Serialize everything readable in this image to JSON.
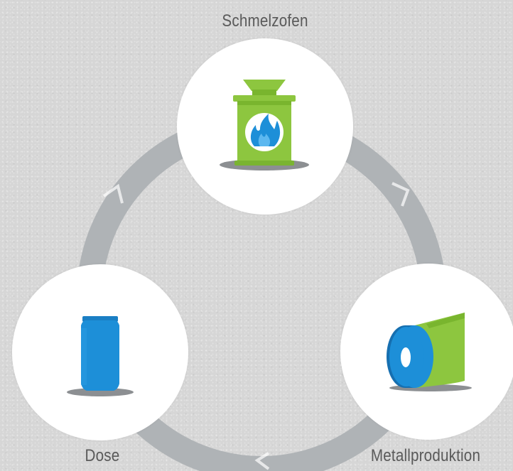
{
  "diagram": {
    "nodes": [
      {
        "id": "furnace",
        "label": "Schmelzofen",
        "icon": "furnace-icon"
      },
      {
        "id": "production",
        "label": "Metallproduktion",
        "icon": "metal-roll-icon"
      },
      {
        "id": "can",
        "label": "Dose",
        "icon": "can-icon"
      }
    ],
    "cycle_direction": "clockwise"
  },
  "colors": {
    "background": "#d6d6d6",
    "circle_fill": "#ffffff",
    "arrow_ring": "#afb3b6",
    "green": "#8dc63f",
    "blue": "#1d8fd8",
    "shadow": "#8c8f92",
    "label": "#5a5a5a"
  }
}
